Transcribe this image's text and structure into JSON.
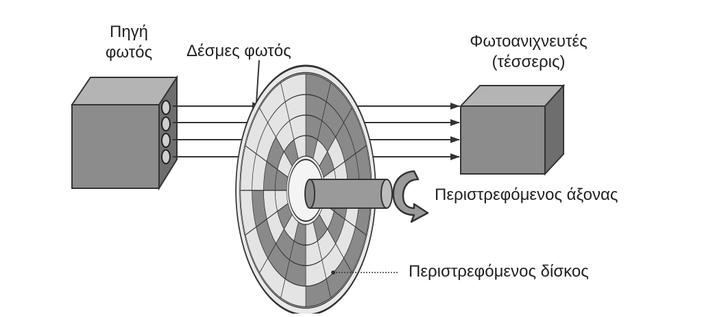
{
  "labels": {
    "light_source_line1": "Πηγή",
    "light_source_line2": "φωτός",
    "light_beams": "Δέσμες φωτός",
    "detectors_line1": "Φωτοανιχνευτές",
    "detectors_line2": "(τέσσερις)",
    "rotating_shaft": "Περιστρεφόμενος άξονας",
    "rotating_disk": "Περιστρεφόμενος δίσκος"
  },
  "colors": {
    "line": "#333333",
    "box_front": "#8c8c8c",
    "box_side": "#6e6e6e",
    "box_top": "#b4b4b4",
    "disk_dark": "#8a8a8a",
    "disk_light": "#e4e4e4",
    "shaft": "#9a9a9a"
  }
}
